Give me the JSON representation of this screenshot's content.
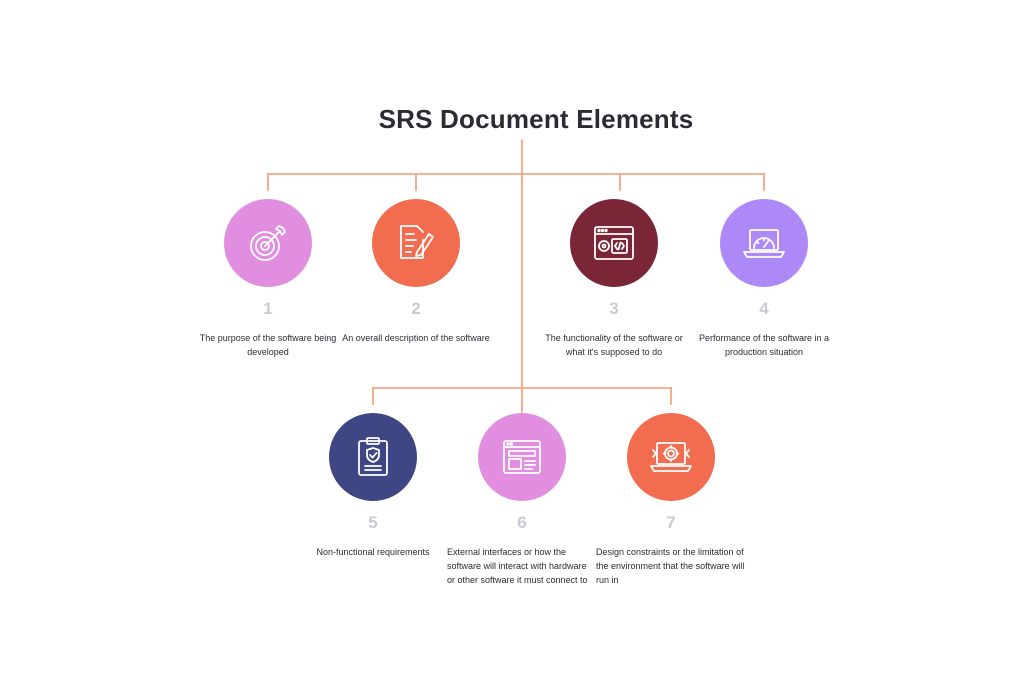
{
  "title": "SRS Document Elements",
  "colors": {
    "connector": "#f39a72",
    "number": "#c9cad3",
    "text": "#2b2b33"
  },
  "items": [
    {
      "number": "1",
      "description": "The purpose of the software being developed",
      "color": "#e18ee0",
      "icon": "target-icon"
    },
    {
      "number": "2",
      "description": "An overall description of the software",
      "color": "#f26d50",
      "icon": "document-edit-icon"
    },
    {
      "number": "3",
      "description": "The functionality of the software or what it's supposed to do",
      "color": "#7a2636",
      "icon": "code-window-icon"
    },
    {
      "number": "4",
      "description": "Performance of the software in a production situation",
      "color": "#ad88f7",
      "icon": "laptop-gauge-icon"
    },
    {
      "number": "5",
      "description": "Non-functional requirements",
      "color": "#3e4784",
      "icon": "clipboard-check-icon"
    },
    {
      "number": "6",
      "description": "External interfaces or how the software will interact with hardware or other software it must connect to",
      "color": "#e18ee0",
      "icon": "interface-layout-icon"
    },
    {
      "number": "7",
      "description": "Design constraints or the limitation of the environment that the software will run in",
      "color": "#f26d50",
      "icon": "laptop-gear-icon"
    }
  ]
}
